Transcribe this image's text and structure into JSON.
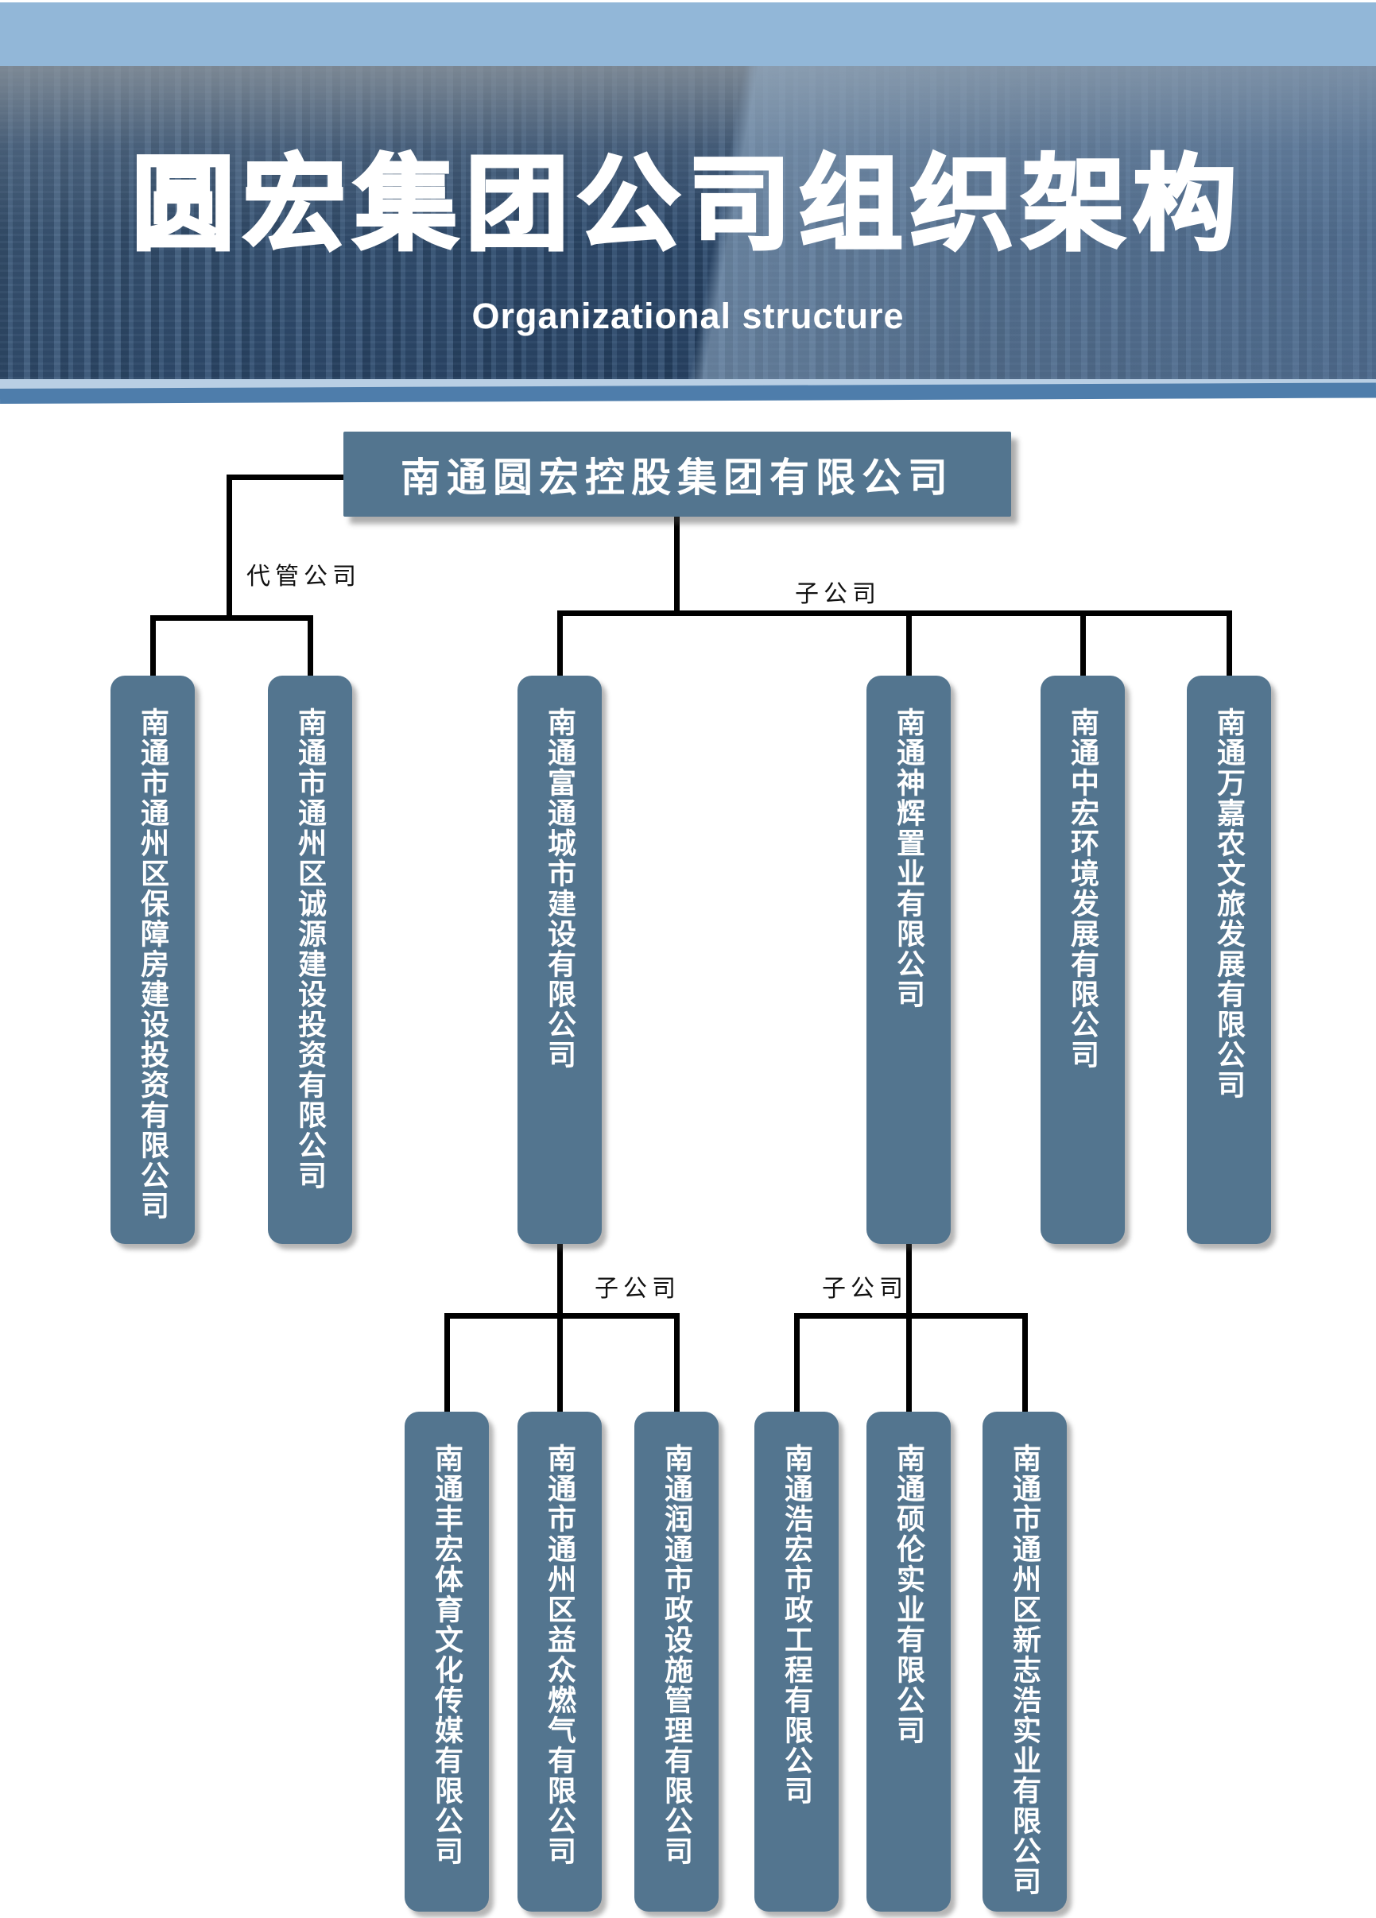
{
  "header": {
    "title": "圆宏集团公司组织架构",
    "subtitle": "Organizational structure"
  },
  "root": {
    "name": "南通圆宏控股集团有限公司"
  },
  "labels": {
    "managed": "代管公司",
    "subsidiaries": "子公司",
    "futong_children": "子公司",
    "shenhui_children": "子公司"
  },
  "managed_companies": [
    {
      "name": "南通市通州区保障房建设投资有限公司"
    },
    {
      "name": "南通市通州区诚源建设投资有限公司"
    }
  ],
  "subsidiaries": [
    {
      "name": "南通富通城市建设有限公司"
    },
    {
      "name": "南通神辉置业有限公司"
    },
    {
      "name": "南通中宏环境发展有限公司"
    },
    {
      "name": "南通万嘉农文旅发展有限公司"
    }
  ],
  "futong_children": [
    {
      "name": "南通丰宏体育文化传媒有限公司"
    },
    {
      "name": "南通市通州区益众燃气有限公司"
    },
    {
      "name": "南通润通市政设施管理有限公司"
    }
  ],
  "shenhui_children": [
    {
      "name": "南通浩宏市政工程有限公司"
    },
    {
      "name": "南通硕伦实业有限公司"
    },
    {
      "name": "南通市通州区新志浩实业有限公司"
    }
  ],
  "colors": {
    "node_fill": "#53758f",
    "connector": "#000000",
    "top_band": "#92b7d8",
    "ribbon_light": "#b9cfe4",
    "ribbon_dark": "#4e7dab",
    "title_text": "#ffffff",
    "label_text": "#111111"
  }
}
